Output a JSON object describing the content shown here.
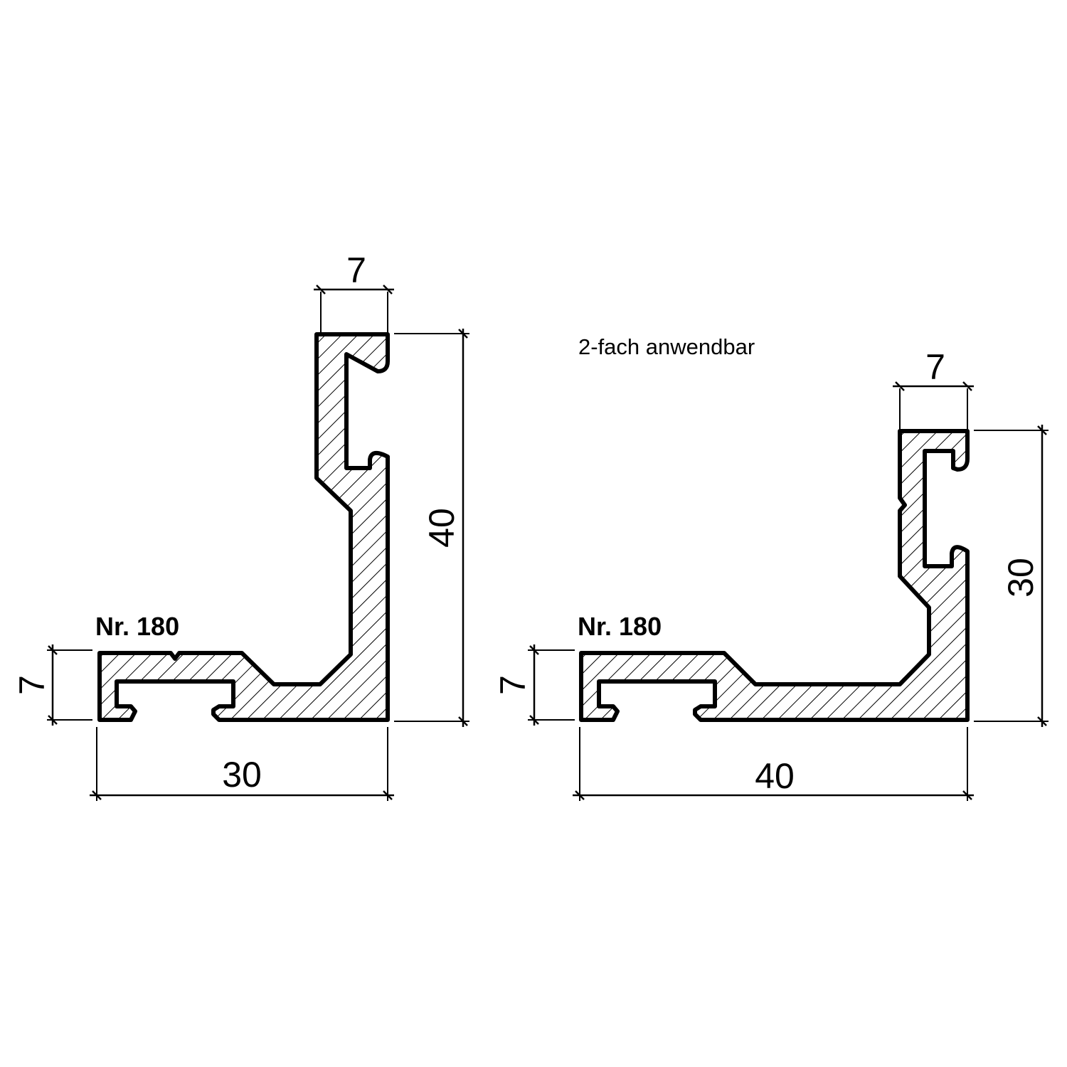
{
  "note": "2-fach anwendbar",
  "profile_left": {
    "label": "Nr. 180",
    "dim_top_width": "7",
    "dim_height": "40",
    "dim_base_height": "7",
    "dim_width": "30"
  },
  "profile_right": {
    "label": "Nr. 180",
    "dim_top_width": "7",
    "dim_height": "30",
    "dim_base_height": "7",
    "dim_width": "40"
  }
}
